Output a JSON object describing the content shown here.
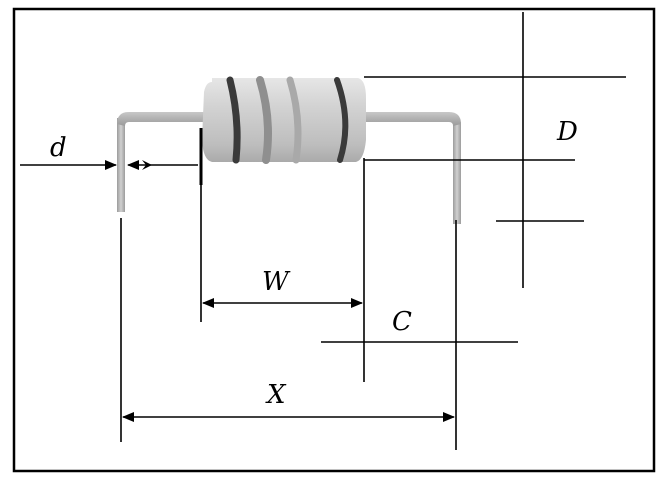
{
  "diagram": {
    "labels": {
      "d": "d",
      "D": "D",
      "W": "W",
      "C": "C",
      "X": "X"
    },
    "colors": {
      "frame": "#000000",
      "lead": "#b3b3b3",
      "body": "#cfcfcf",
      "band_dark": "#3a3a3a",
      "band_mid": "#9a9a9a"
    },
    "component": "axial-resistor-with-color-bands"
  }
}
